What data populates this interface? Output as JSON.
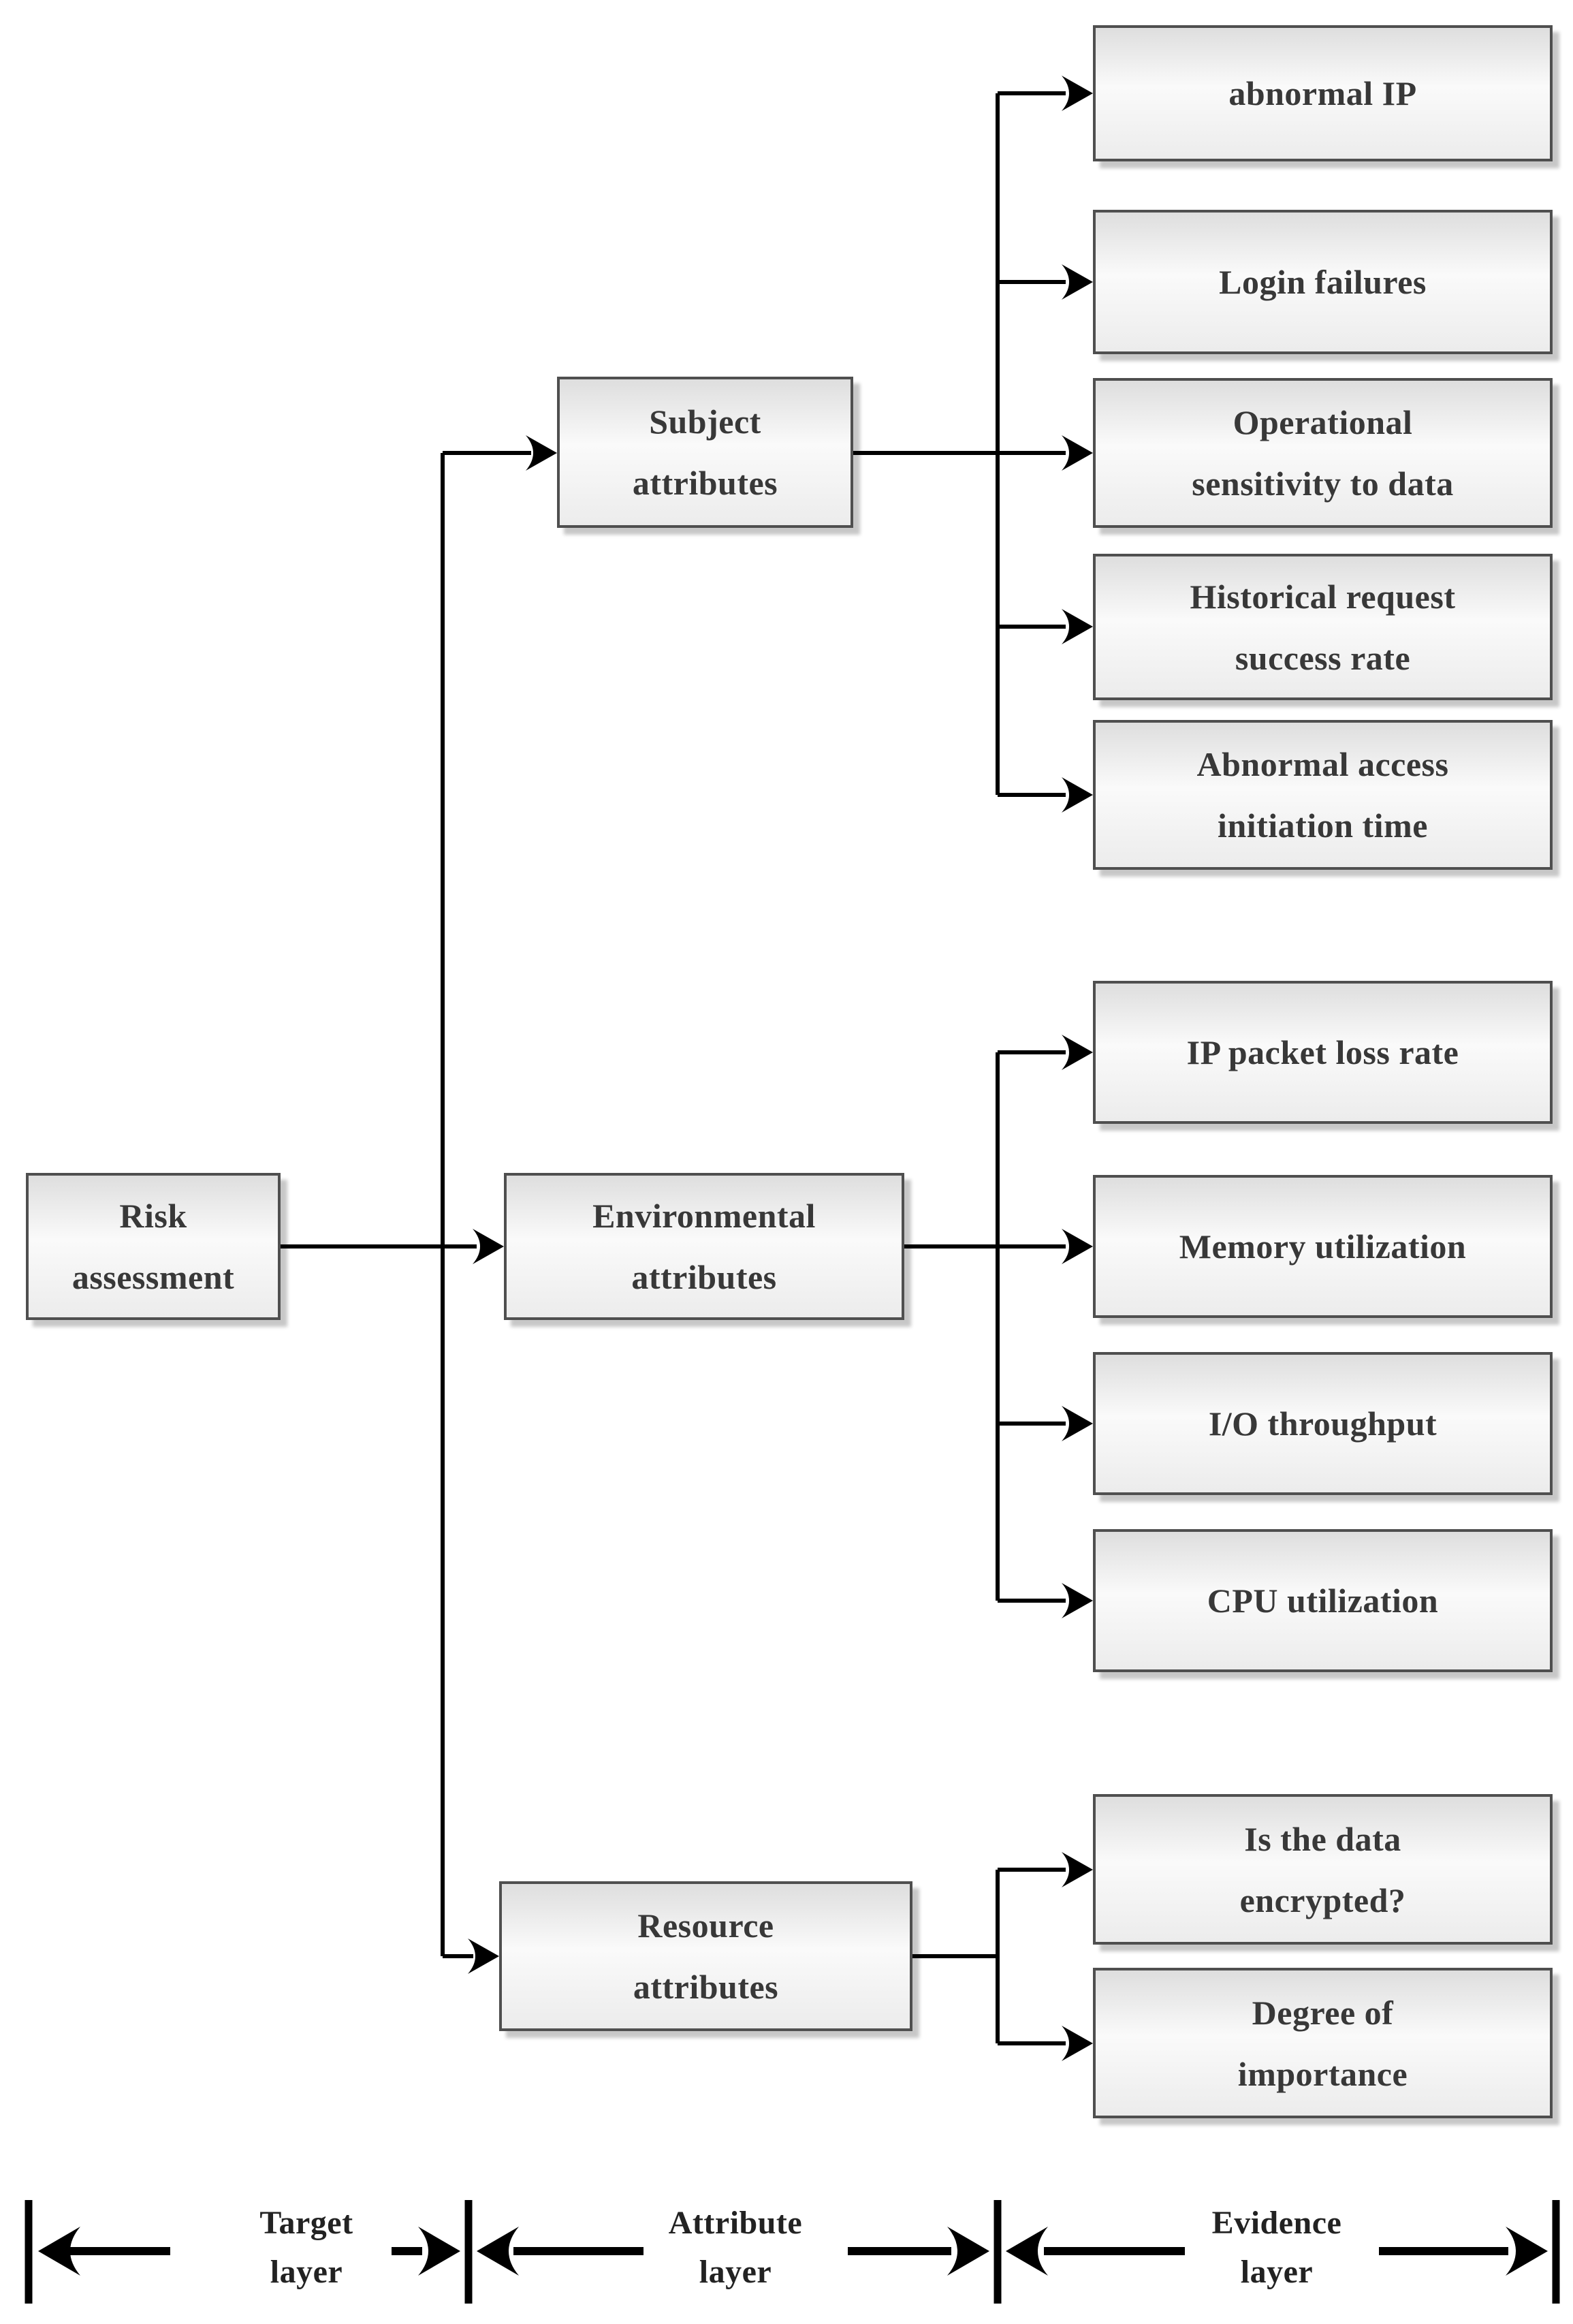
{
  "diagram": {
    "root": {
      "label": "Risk\nassessment"
    },
    "branches": [
      {
        "label": "Subject\nattributes",
        "children": [
          {
            "label": "abnormal IP"
          },
          {
            "label": "Login failures"
          },
          {
            "label": "Operational\nsensitivity to data"
          },
          {
            "label": "Historical request\nsuccess rate"
          },
          {
            "label": "Abnormal access\ninitiation time"
          }
        ]
      },
      {
        "label": "Environmental\nattributes",
        "children": [
          {
            "label": "IP packet loss rate"
          },
          {
            "label": "Memory utilization"
          },
          {
            "label": "I/O throughput"
          },
          {
            "label": "CPU utilization"
          }
        ]
      },
      {
        "label": "Resource\nattributes",
        "children": [
          {
            "label": "Is the data\nencrypted?"
          },
          {
            "label": "Degree of\nimportance"
          }
        ]
      }
    ],
    "layer_labels": [
      {
        "label": "Target\nlayer"
      },
      {
        "label": "Attribute\nlayer"
      },
      {
        "label": "Evidence\nlayer"
      }
    ],
    "colors": {
      "line": "#000000",
      "box_border": "#4f4f4f",
      "box_fill_top": "#dedede",
      "box_fill_mid": "#fafafa",
      "box_fill_bottom": "#ececec",
      "text": "#383838"
    }
  }
}
